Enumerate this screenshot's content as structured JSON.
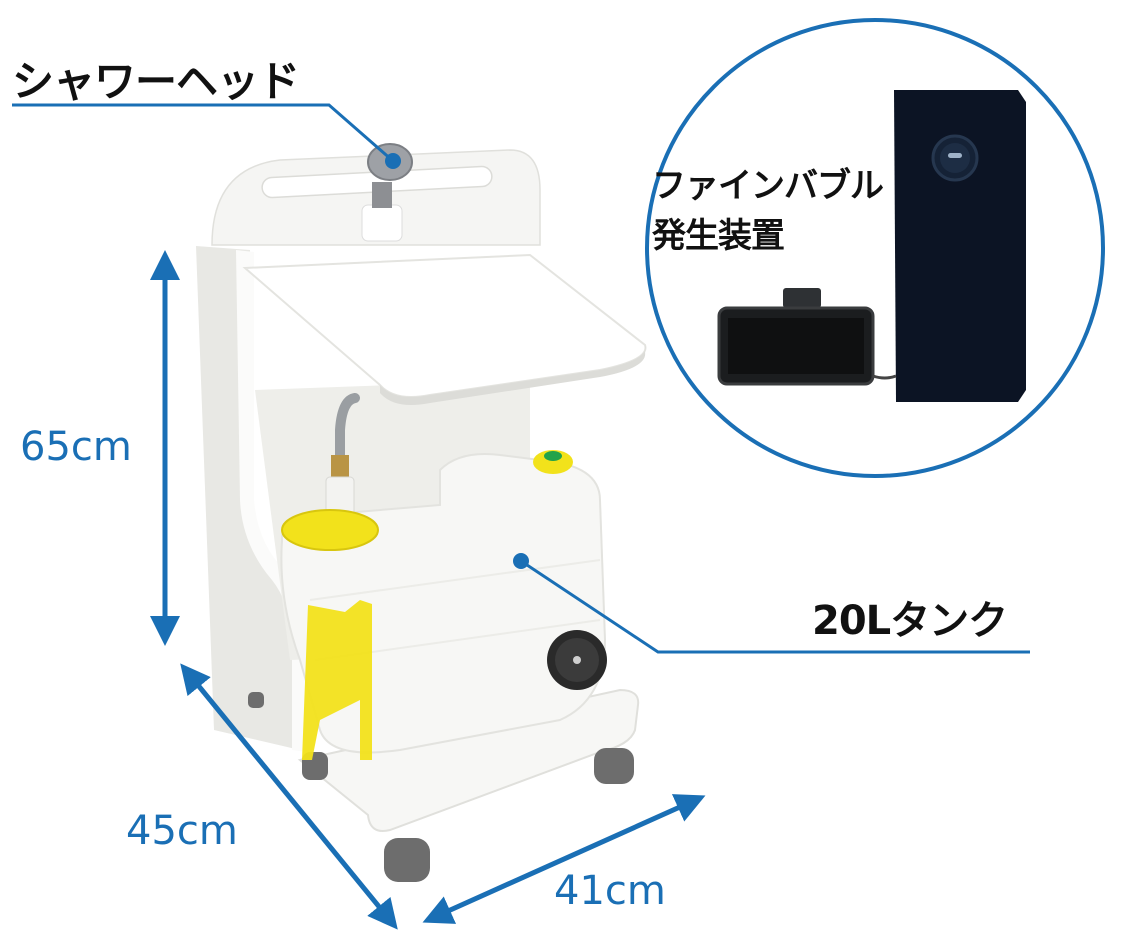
{
  "labels": {
    "shower_head": "シャワーヘッド",
    "fine_bubble_line1": "ファインバブル",
    "fine_bubble_line2": "発生装置",
    "tank": "20Lタンク"
  },
  "dimensions": {
    "height": "65cm",
    "depth": "45cm",
    "width": "41cm"
  },
  "colors": {
    "accent_blue": "#1a6fb5",
    "text_black": "#111111",
    "cart_white": "#f4f4f2",
    "cart_shadow": "#e2e2df",
    "tank_white": "#f7f7f5",
    "cap_yellow": "#f2e21b",
    "device_navy": "#0c1424",
    "caster_gray": "#6d6d6d"
  }
}
